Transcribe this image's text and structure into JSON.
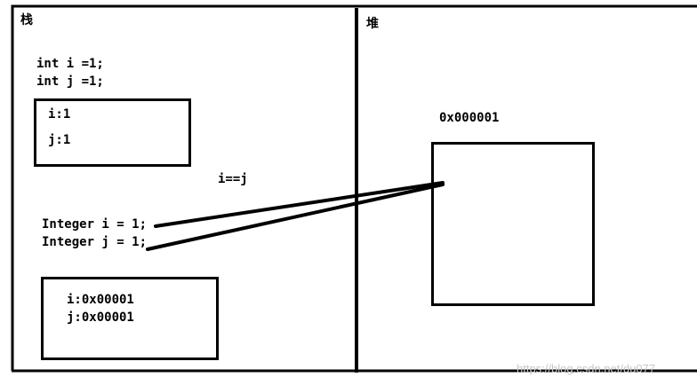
{
  "stack": {
    "title": "栈",
    "primitives": {
      "line1": "int i =1;",
      "line2": "int j =1;"
    },
    "primitive_box": {
      "line1": "i:1",
      "line2": "j:1"
    },
    "compare": "i==j",
    "wrappers": {
      "line1": "Integer i = 1;",
      "line2": "Integer j = 1;"
    },
    "ref_box": {
      "line1": "i:0x00001",
      "line2": "j:0x00001"
    }
  },
  "heap": {
    "title": "堆",
    "address": "0x000001"
  },
  "watermark": "https://blog.csdn.net/du077"
}
